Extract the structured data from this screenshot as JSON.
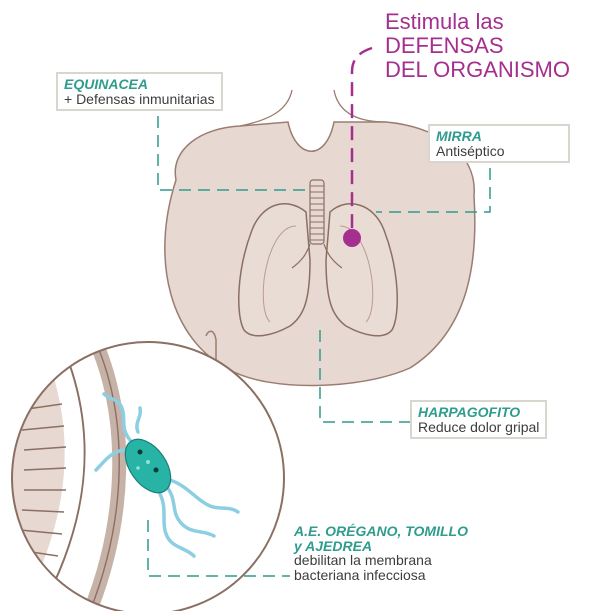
{
  "headline": {
    "line1": "Estimula las",
    "line2": "DEFENSAS",
    "line3": "DEL ORGANISMO"
  },
  "labels": {
    "equinacea": {
      "name": "EQUINACEA",
      "desc": "+ Defensas inmunitarias"
    },
    "mirra": {
      "name": "MIRRA",
      "desc": "Antiséptico"
    },
    "harpagofito": {
      "name": "HARPAGOFITO",
      "desc": "Reduce dolor gripal"
    },
    "oregano": {
      "name_line1": "A.E. ORÉGANO, TOMILLO",
      "name_line2": "y AJEDREA",
      "desc_line1": "debilitan la membrana",
      "desc_line2": "bacteriana infecciosa"
    }
  },
  "colors": {
    "accent_magenta": "#a52f8e",
    "accent_teal": "#2f9c8e",
    "skin": "#e7d8d1",
    "lung_outline": "#8a6f63",
    "bacteria": "#27b3a6",
    "flagella": "#8ccfe2"
  }
}
